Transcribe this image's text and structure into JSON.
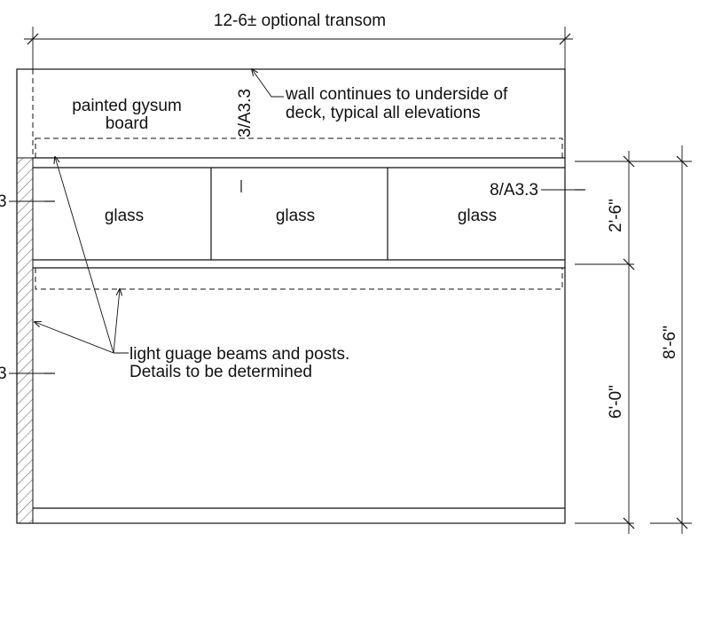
{
  "dimensions": {
    "top_width": "12-6± optional transom",
    "right_upper": "2'-6\"",
    "right_lower": "6'-0\"",
    "right_total": "8'-6\""
  },
  "labels": {
    "gypsum_line1": "painted gysum",
    "gypsum_line2": "board",
    "wall_note_line1": "wall continues to underside of",
    "wall_note_line2": "deck, typical all elevations",
    "section_tag_vertical": "3/A3.3",
    "section_tag_right": "8/A3.3",
    "section_tag_left_upper": "3",
    "section_tag_left_lower": "3",
    "glass_1": "glass",
    "glass_2": "glass",
    "glass_3": "glass",
    "beams_line1": "light guage beams and posts.",
    "beams_line2": "Details to be determined"
  }
}
